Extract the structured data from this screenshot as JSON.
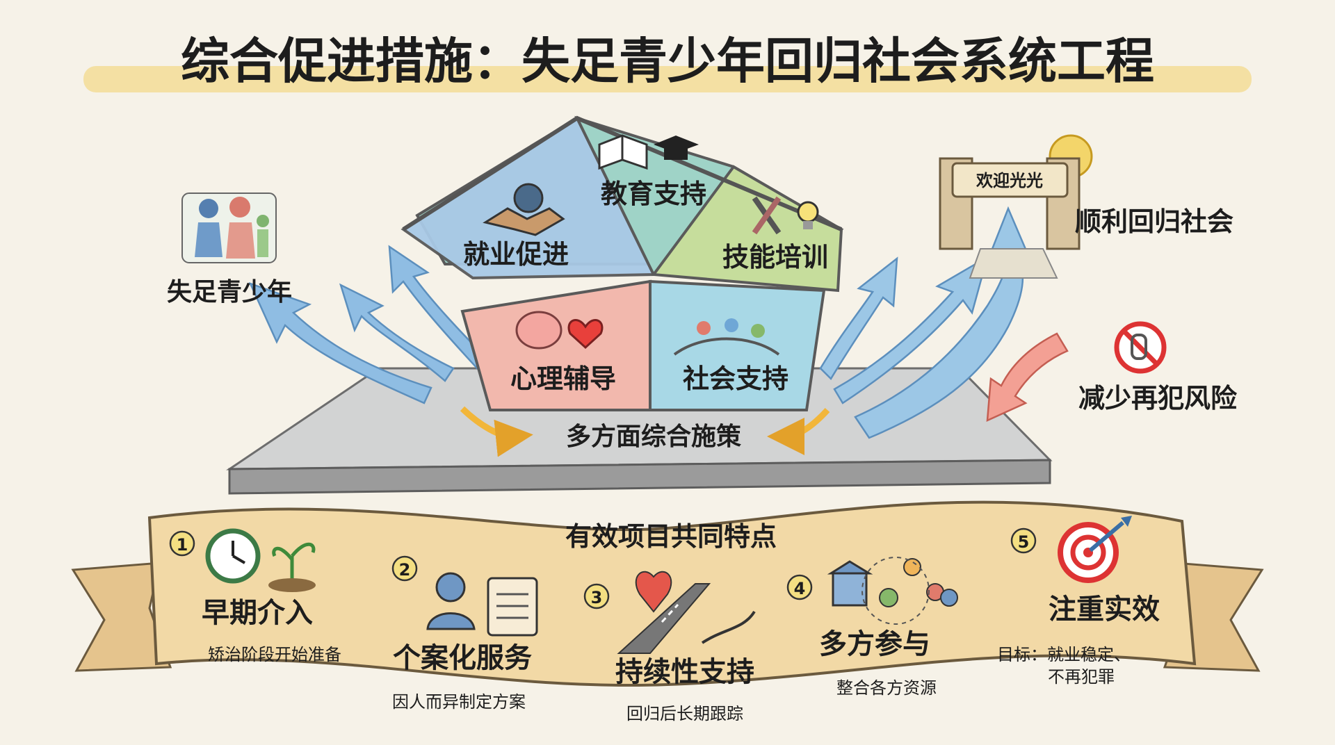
{
  "title": "综合促进措施：失足青少年回归社会系统工程",
  "left_label": "失足青少年",
  "house": {
    "pieces": [
      {
        "label": "教育支持",
        "icon": "book-and-graduation-cap-icon",
        "color": "#9fd3c7"
      },
      {
        "label": "就业促进",
        "icon": "handshake-gear-icon",
        "color": "#a9c9e6"
      },
      {
        "label": "技能培训",
        "icon": "tools-lightbulb-icon",
        "color": "#c6dd9c"
      },
      {
        "label": "心理辅导",
        "icon": "brain-heart-icon",
        "color": "#f2b8ad"
      },
      {
        "label": "社会支持",
        "icon": "people-bridge-icon",
        "color": "#a8d8e6"
      }
    ]
  },
  "platform_label": "多方面综合施策",
  "gate_sign": "欢迎光光",
  "right_top_label": "顺利回归社会",
  "right_bottom_label": "减少再犯风险",
  "banner": {
    "title": "有效项目共同特点",
    "items": [
      {
        "num": "1",
        "title": "早期介入",
        "desc": "矫治阶段开始准备",
        "icon": "alarm-clock-sprout-icon"
      },
      {
        "num": "2",
        "title": "个案化服务",
        "desc": "因人而异制定方案",
        "icon": "person-clipboard-icon"
      },
      {
        "num": "3",
        "title": "持续性支持",
        "desc": "回归后长期跟踪",
        "icon": "road-hand-icon"
      },
      {
        "num": "4",
        "title": "多方参与",
        "desc": "整合各方资源",
        "icon": "stakeholders-network-icon"
      },
      {
        "num": "5",
        "title": "注重实效",
        "desc_line1": "目标：就业稳定、",
        "desc_line2": "不再犯罪",
        "icon": "target-arrow-icon"
      }
    ]
  },
  "colors": {
    "title_highlight": "#f3dd96",
    "arrow_blue": "#7fb2dd",
    "arrow_red": "#e4857a",
    "curve_arrow": "#f2b63a",
    "banner_fill": "#f2d9a6",
    "badge": "#f4df82"
  }
}
